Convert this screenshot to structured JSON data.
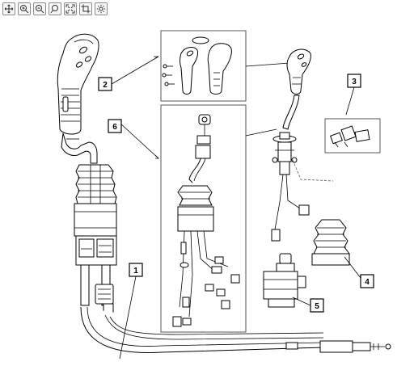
{
  "toolbar": {
    "buttons": [
      {
        "name": "pan-icon"
      },
      {
        "name": "zoom-in-icon"
      },
      {
        "name": "zoom-out-icon"
      },
      {
        "name": "zoom-to-fit-icon"
      },
      {
        "name": "fullscreen-icon"
      },
      {
        "name": "crop-icon"
      },
      {
        "name": "settings-icon"
      }
    ]
  },
  "callouts": {
    "c1": "1",
    "c2": "2",
    "c3": "3",
    "c4": "4",
    "c5": "5",
    "c6": "6"
  },
  "colors": {
    "line": "#000000",
    "background": "#ffffff",
    "shade": "#cfcfcf",
    "accent_band": "#1a1a7a"
  }
}
